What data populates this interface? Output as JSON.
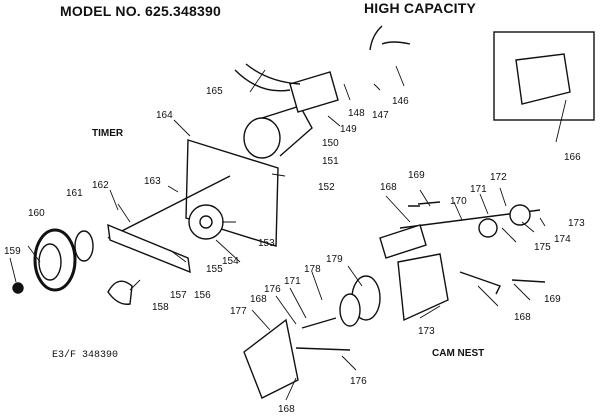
{
  "header": {
    "model": "MODEL NO. 625.348390",
    "capacity": "HIGH CAPACITY"
  },
  "labels": {
    "timer": "TIMER",
    "cam_nest": "CAM NEST",
    "diagram_code": "E3/F 348390"
  },
  "callouts": [
    "159",
    "160",
    "161",
    "162",
    "163",
    "164",
    "165",
    "146",
    "147",
    "148",
    "149",
    "150",
    "151",
    "152",
    "153",
    "154",
    "155",
    "156",
    "157",
    "158",
    "166",
    "168",
    "169",
    "170",
    "171",
    "172",
    "173",
    "174",
    "175",
    "176",
    "177",
    "178",
    "179"
  ]
}
